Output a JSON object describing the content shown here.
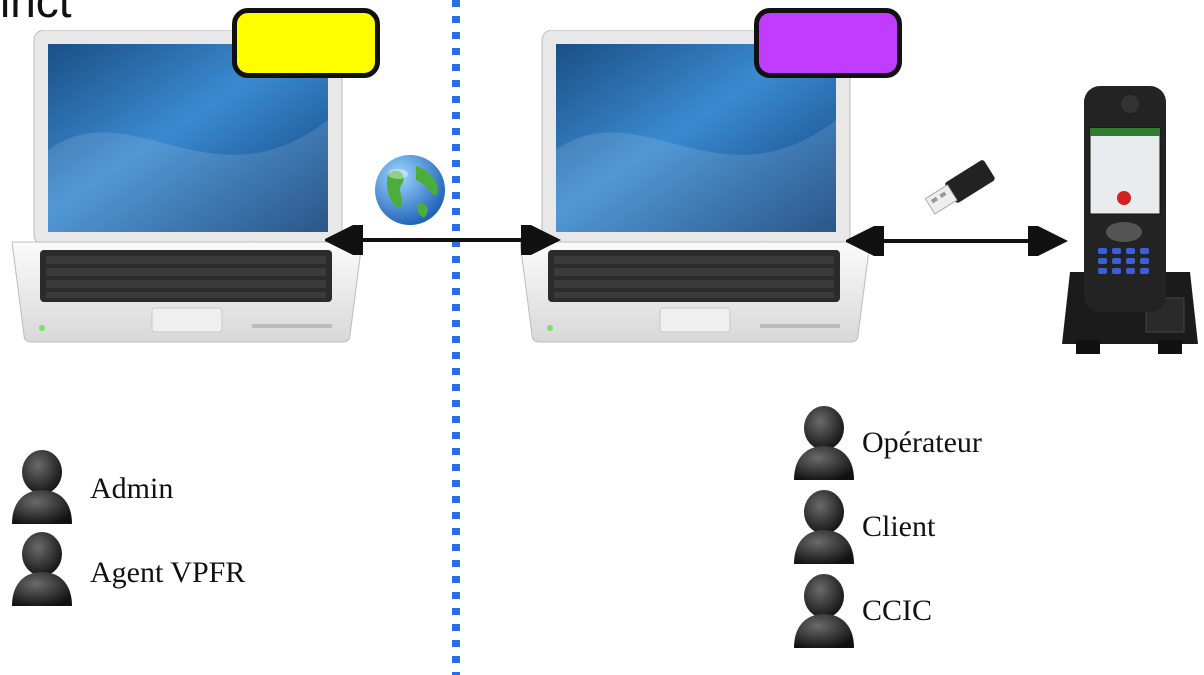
{
  "title": "inct",
  "left_zone": {
    "tag_color": "#ffff00",
    "users": [
      {
        "label": "Admin",
        "icon": "user-icon"
      },
      {
        "label": "Agent VPFR",
        "icon": "user-icon"
      }
    ]
  },
  "right_zone": {
    "tag_color": "#c03cff",
    "users": [
      {
        "label": "Opérateur",
        "icon": "user-icon"
      },
      {
        "label": "Client",
        "icon": "user-icon"
      },
      {
        "label": "CCIC",
        "icon": "user-icon"
      }
    ]
  },
  "icons": {
    "network": "globe-icon",
    "connector": "usb-stick-icon",
    "device": "handheld-terminal-icon"
  },
  "colors": {
    "divider": "#2a6de8",
    "arrow": "#111111"
  }
}
